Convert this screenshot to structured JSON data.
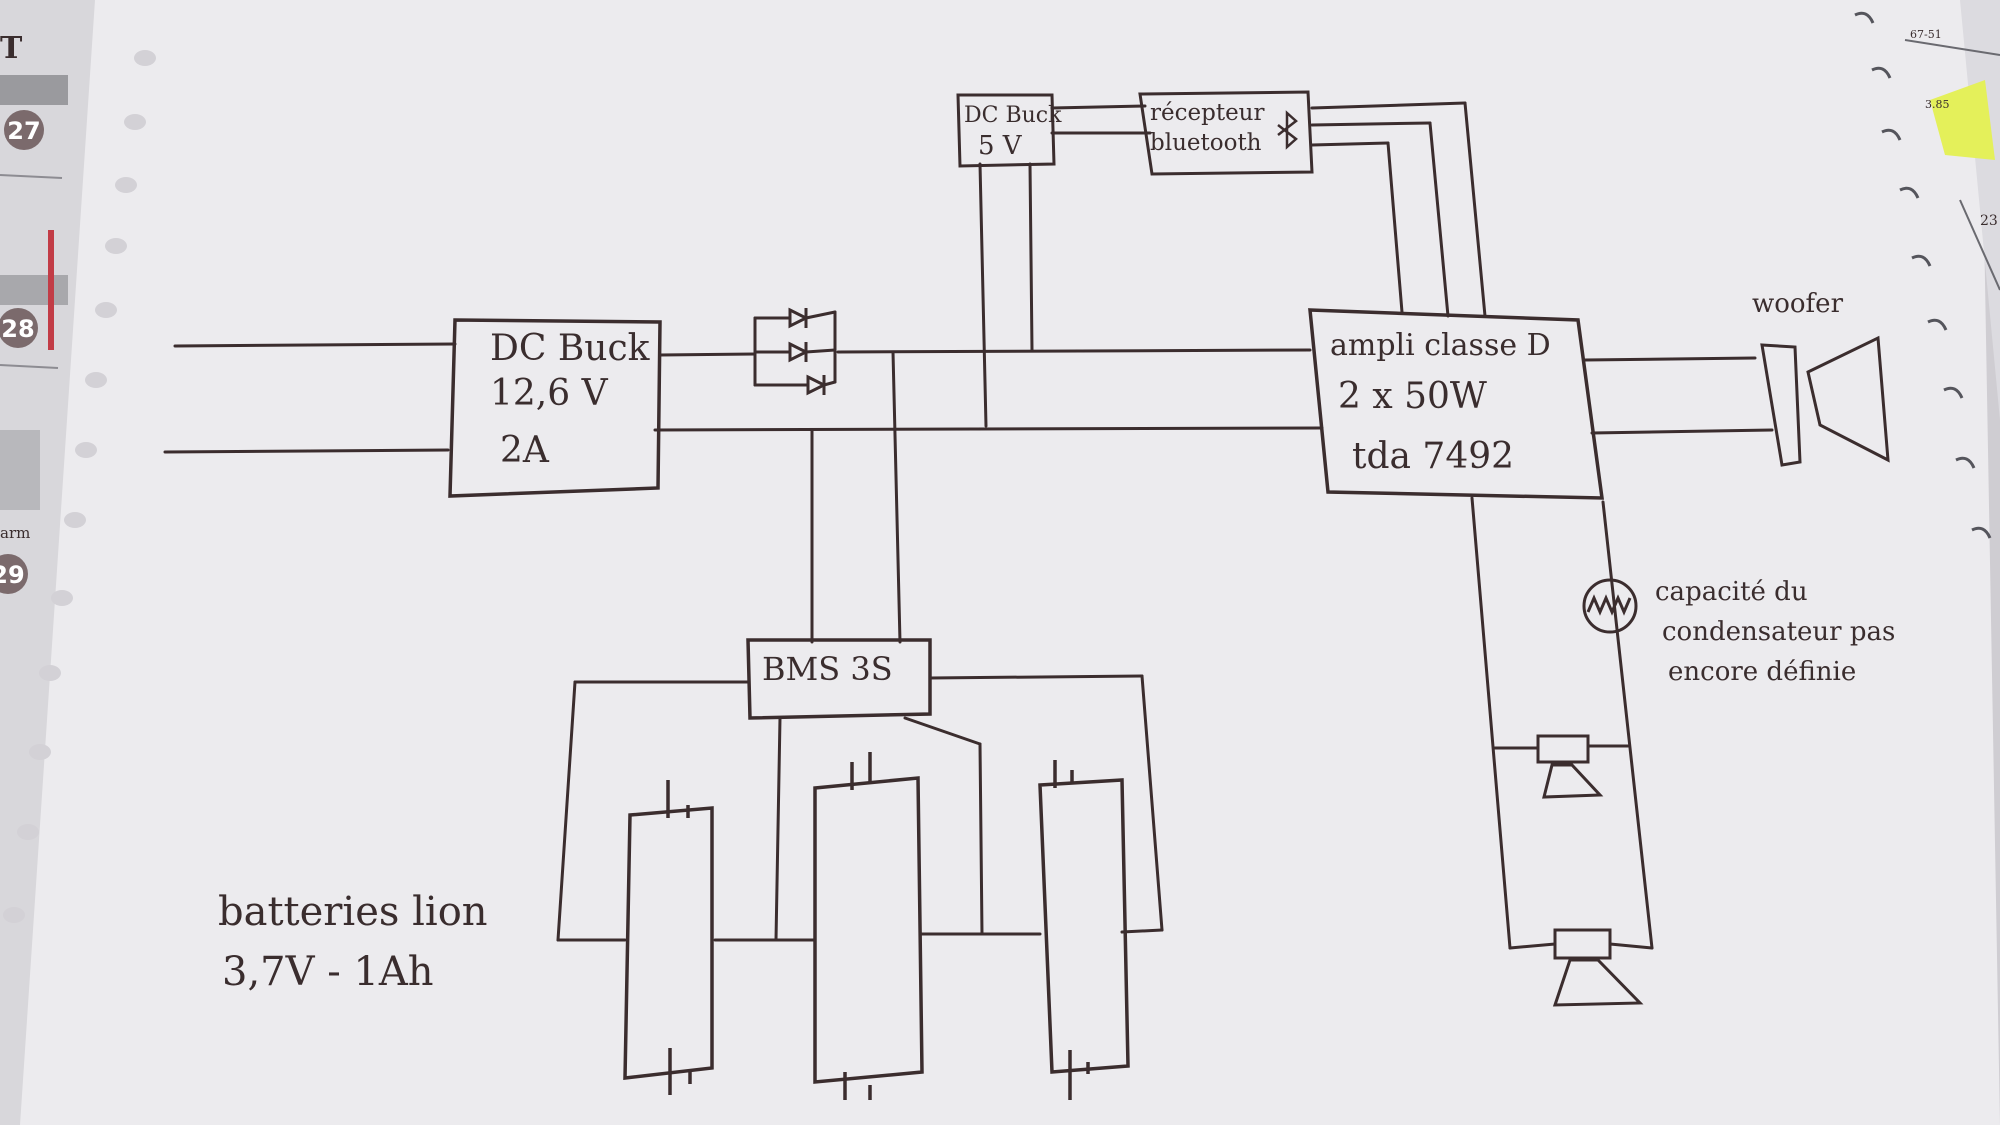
{
  "colors": {
    "paper": "#ecebee",
    "ink": "#3b2d2e",
    "calendar_bg": "#d9d8dc",
    "day_badge": "#7b6a6c",
    "highlighter": "#e4f05a"
  },
  "calendar": {
    "days": [
      "27",
      "28",
      "29"
    ],
    "fragments": {
      "top_letter": "T",
      "word": "arm"
    }
  },
  "right_page_fragments": {
    "top_number": "67-51",
    "mid_number": "23",
    "small_number": "3.85"
  },
  "blocks": {
    "dc_buck_main": {
      "line1": "DC Buck",
      "line2": "12,6 V",
      "line3": "2A"
    },
    "dc_buck_5v": {
      "line1": "DC Buck",
      "line2": "5 V"
    },
    "bt_receiver": {
      "line1": "récepteur",
      "line2": "bluetooth",
      "icon": "bluetooth-icon"
    },
    "amplifier": {
      "line1": "ampli classe D",
      "line2": "2 x 50W",
      "line3": "tda 7492"
    },
    "bms": {
      "label": "BMS 3S"
    }
  },
  "labels": {
    "woofer": "woofer",
    "capacitor_note": [
      "capacité du",
      "condensateur pas",
      "encore définie"
    ],
    "batteries": [
      "batteries lion",
      "3,7V - 1Ah"
    ]
  },
  "components": {
    "diodes": "diode-icons",
    "woofer": "speaker-icon",
    "tweeters": "speaker-icon",
    "capacitor": "capacitor-icon",
    "cells": "battery-cell-icon"
  }
}
